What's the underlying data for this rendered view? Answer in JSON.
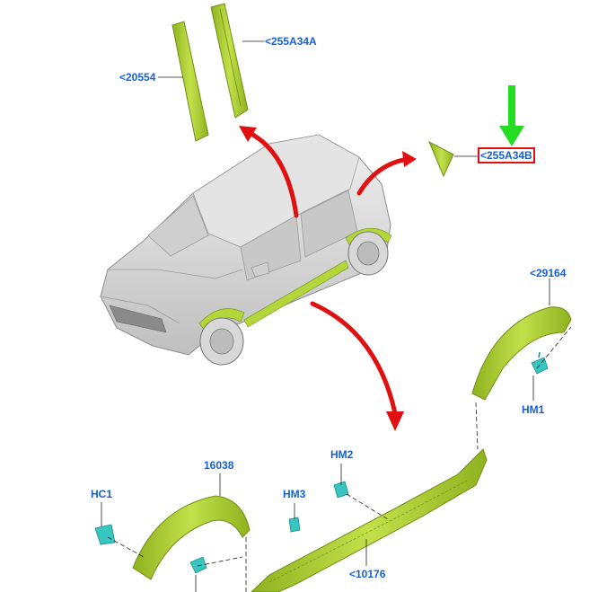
{
  "callouts": {
    "c20554": "<20554",
    "c255A34A": "<255A34A",
    "c255A34B": "<255A34B",
    "c29164": "<29164",
    "hm1": "HM1",
    "c16038": "16038",
    "hm2": "HM2",
    "hc1": "HC1",
    "hm3": "HM3",
    "c10176": "<10176"
  },
  "colors": {
    "part_green": "#b5d63a",
    "part_green_dark": "#7fa21a",
    "clip_cyan": "#39c6c0",
    "arrow_red": "#e01010",
    "arrow_green": "#22dd22",
    "callout_blue": "#1560d8",
    "car_body": "#d6d6d6"
  },
  "icons": {
    "pointer": "green-down-arrow-icon"
  }
}
